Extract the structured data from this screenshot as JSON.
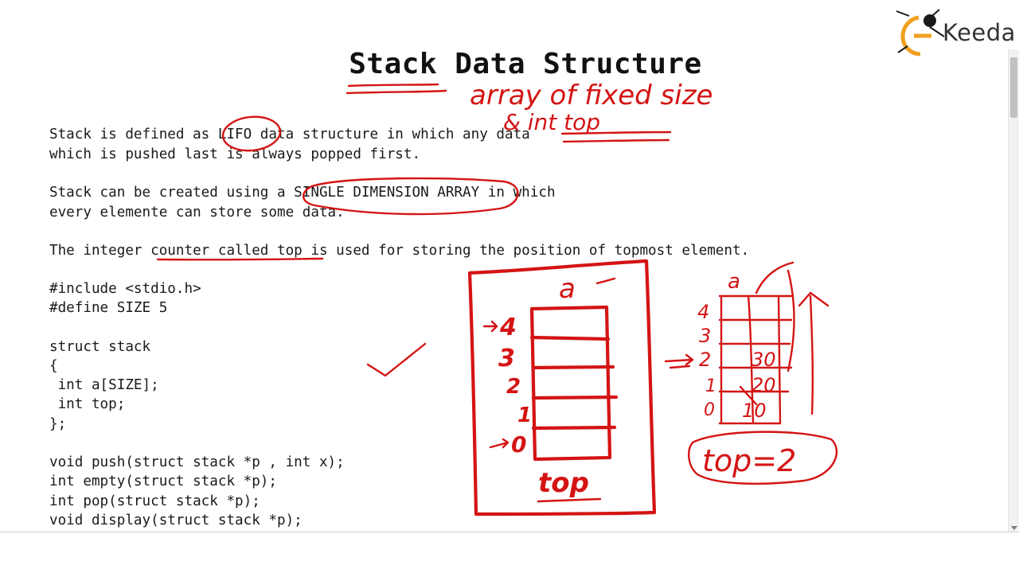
{
  "logo": {
    "text": "Keeda"
  },
  "slide": {
    "title": "Stack Data Structure",
    "lines": [
      "Stack is defined as LIFO data structure in which any data",
      "which is pushed last is always popped first.",
      "Stack can be created using a SINGLE DIMENSION ARRAY in which",
      "every elemente can store some data.",
      "The integer counter called top is used for storing the position of topmost element.",
      "#include <stdio.h>",
      "#define SIZE 5",
      "struct stack",
      "{",
      " int a[SIZE];",
      " int top;",
      "};",
      "void push(struct stack *p , int x);",
      "int empty(struct stack *p);",
      "int pop(struct stack *p);",
      "void display(struct stack *p);"
    ]
  },
  "annotations": {
    "note_line1": "array of fixed size",
    "note_line2": "& int top",
    "box_label_a": "a",
    "box_indices": [
      "4",
      "3",
      "2",
      "1",
      "0"
    ],
    "box_label_top": "top",
    "side_label_a": "a",
    "side_indices": [
      "4",
      "3",
      "2",
      "1",
      "0"
    ],
    "side_values": [
      "30",
      "20",
      "10"
    ],
    "top_equation": "top=2"
  },
  "colors": {
    "ink": "#d41414",
    "text": "#1a1a1a"
  }
}
